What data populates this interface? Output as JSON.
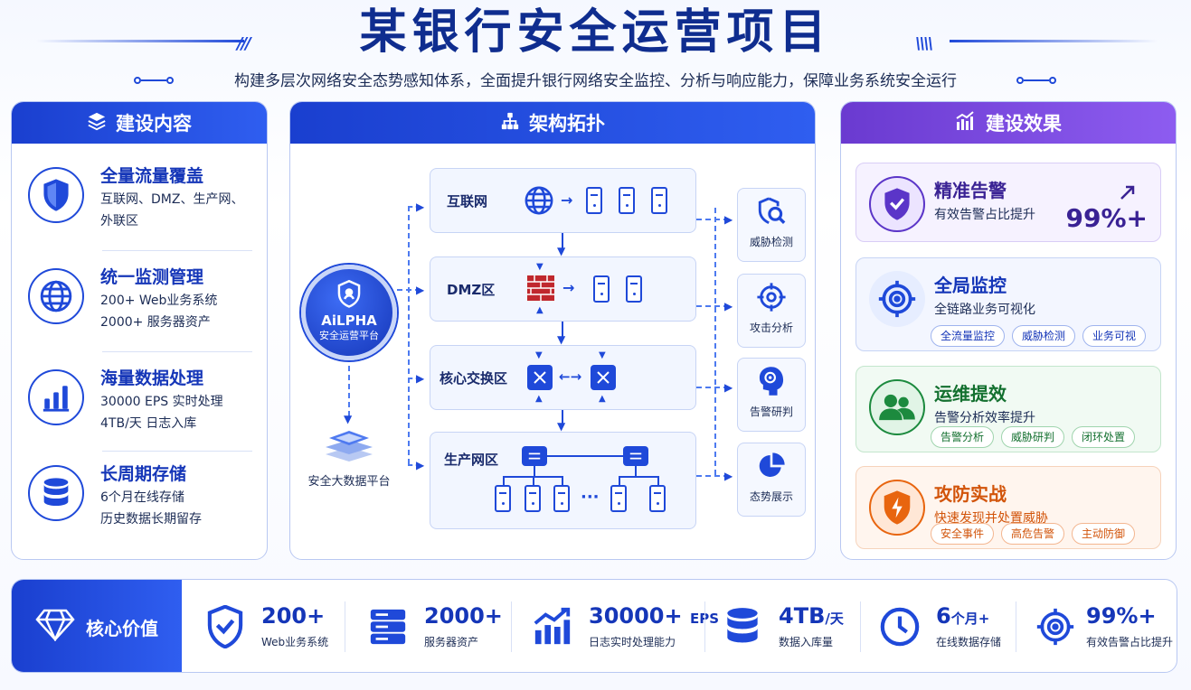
{
  "title": "某银行安全运营项目",
  "subtitle": "构建多层次网络安全态势感知体系，全面提升银行网络安全监控、分析与响应能力，保障业务系统安全运行",
  "left_panel": {
    "title": "建设内容",
    "items": [
      {
        "icon": "shield-icon",
        "title": "全量流量覆盖",
        "lines": [
          "互联网、DMZ、生产网、",
          "外联区"
        ]
      },
      {
        "icon": "globe-icon",
        "title": "统一监测管理",
        "lines": [
          "200+ Web业务系统",
          "2000+ 服务器资产"
        ]
      },
      {
        "icon": "bar-chart-icon",
        "title": "海量数据处理",
        "lines": [
          "30000 EPS 实时处理",
          "4TB/天 日志入库"
        ]
      },
      {
        "icon": "database-icon",
        "title": "长周期存储",
        "lines": [
          "6个月在线存储",
          "历史数据长期留存"
        ]
      }
    ]
  },
  "middle_panel": {
    "title": "架构拓扑",
    "platform_name": "AiLPHA",
    "platform_sub": "安全运营平台",
    "bigdata_label": "安全大数据平台",
    "zones": [
      "互联网",
      "DMZ区",
      "核心交换区",
      "生产网区"
    ],
    "side_items": [
      {
        "icon": "threat-detect-icon",
        "label": "威胁检测"
      },
      {
        "icon": "target-icon",
        "label": "攻击分析"
      },
      {
        "icon": "brain-icon",
        "label": "告警研判"
      },
      {
        "icon": "pie-chart-icon",
        "label": "态势展示"
      }
    ]
  },
  "right_panel": {
    "title": "建设效果",
    "cards": [
      {
        "title": "精准告警",
        "desc": "有效告警占比提升",
        "value": "99%+",
        "color": "#5b35c8"
      },
      {
        "title": "全局监控",
        "desc": "全链路业务可视化",
        "tags": [
          "全流量监控",
          "威胁检测",
          "业务可视"
        ],
        "color": "#1f49d9"
      },
      {
        "title": "运维提效",
        "desc": "告警分析效率提升",
        "tags": [
          "告警分析",
          "威胁研判",
          "闭环处置"
        ],
        "color": "#1c8a3e"
      },
      {
        "title": "攻防实战",
        "desc": "快速发现并处置威胁",
        "tags": [
          "安全事件",
          "高危告警",
          "主动防御"
        ],
        "color": "#e8650f"
      }
    ]
  },
  "bottom": {
    "title": "核心价值",
    "metrics": [
      {
        "icon": "shield-check-icon",
        "value": "200+",
        "unit": "",
        "label": "Web业务系统"
      },
      {
        "icon": "server-icon",
        "value": "2000+",
        "unit": "",
        "label": "服务器资产"
      },
      {
        "icon": "growth-chart-icon",
        "value": "30000+",
        "unit": "EPS",
        "label": "日志实时处理能力"
      },
      {
        "icon": "database-icon",
        "value": "4TB",
        "unit": "/天",
        "label": "数据入库量"
      },
      {
        "icon": "clock-icon",
        "value": "6",
        "unit": "个月+",
        "label": "在线数据存储"
      },
      {
        "icon": "target-icon",
        "value": "99%+",
        "unit": "",
        "label": "有效告警占比提升"
      }
    ]
  },
  "colors": {
    "primary": "#1f49d9",
    "purple": "#6a3ad0",
    "green": "#1c8a3e",
    "orange": "#e8650f"
  }
}
